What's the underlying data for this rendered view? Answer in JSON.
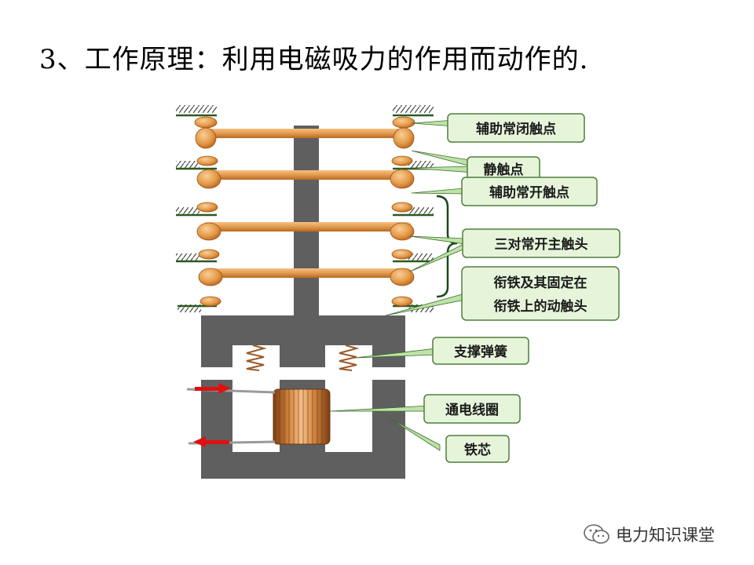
{
  "title": "3、工作原理：利用电磁吸力的作用而动作的.",
  "labels": {
    "aux_nc": "辅助常闭触点",
    "static": "静触点",
    "aux_no": "辅助常开触点",
    "main_no": "三对常开主触头",
    "armature_1": "衔铁及其固定在",
    "armature_2": "衔铁上的动触头",
    "spring": "支撑弹簧",
    "coil": "通电线圈",
    "core": "铁芯"
  },
  "watermark": "电力知识课堂",
  "colors": {
    "bar": "#e39a4c",
    "core": "#5f5f5f",
    "callout_fill": "#e6f5da",
    "callout_stroke": "#4f7e3c",
    "current_arrow": "#e01010"
  },
  "icons": [
    "wechat-icon"
  ]
}
